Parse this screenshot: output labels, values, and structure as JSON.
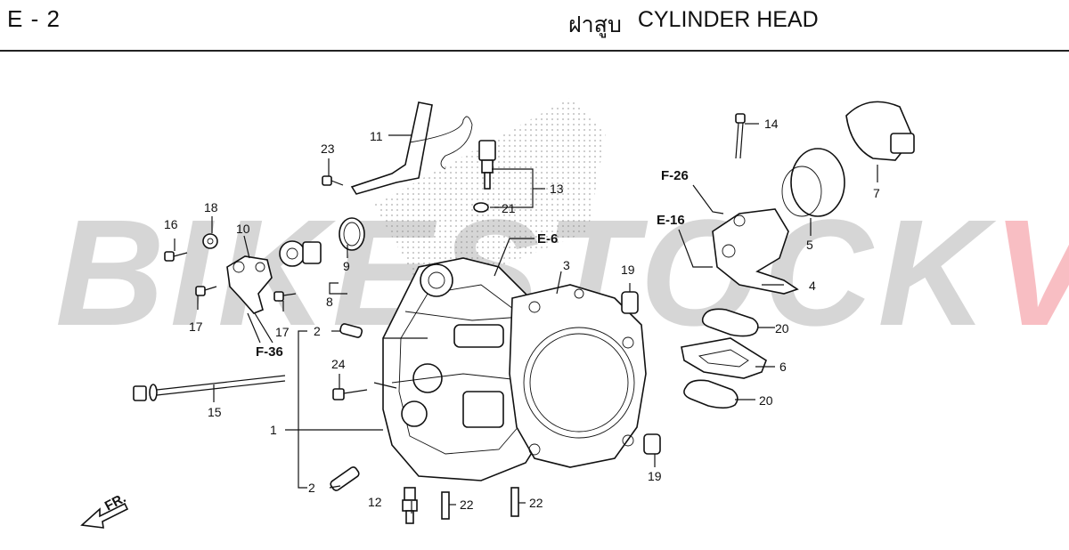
{
  "header": {
    "code": "E - 2",
    "title_th": "ฝาสูบ",
    "title_en": "CYLINDER HEAD"
  },
  "watermark": {
    "part_a": "BIKESTOCK",
    "part_b": "VN",
    "color_a": "#6f6f6f",
    "color_b": "#e8182b"
  },
  "callouts": {
    "p1": "1",
    "p2a": "2",
    "p2b": "2",
    "p3": "3",
    "p4": "4",
    "p5": "5",
    "p6": "6",
    "p7": "7",
    "p8": "8",
    "p9": "9",
    "p10": "10",
    "p11": "11",
    "p12": "12",
    "p13": "13",
    "p14": "14",
    "p15": "15",
    "p16": "16",
    "p17a": "17",
    "p17b": "17",
    "p18": "18",
    "p19a": "19",
    "p19b": "19",
    "p20a": "20",
    "p20b": "20",
    "p21": "21",
    "p22a": "22",
    "p22b": "22",
    "p23": "23",
    "p24": "24"
  },
  "references": {
    "e6": "E-6",
    "e16": "E-16",
    "f26": "F-26",
    "f36": "F-36"
  },
  "direction": {
    "label": "FR."
  }
}
